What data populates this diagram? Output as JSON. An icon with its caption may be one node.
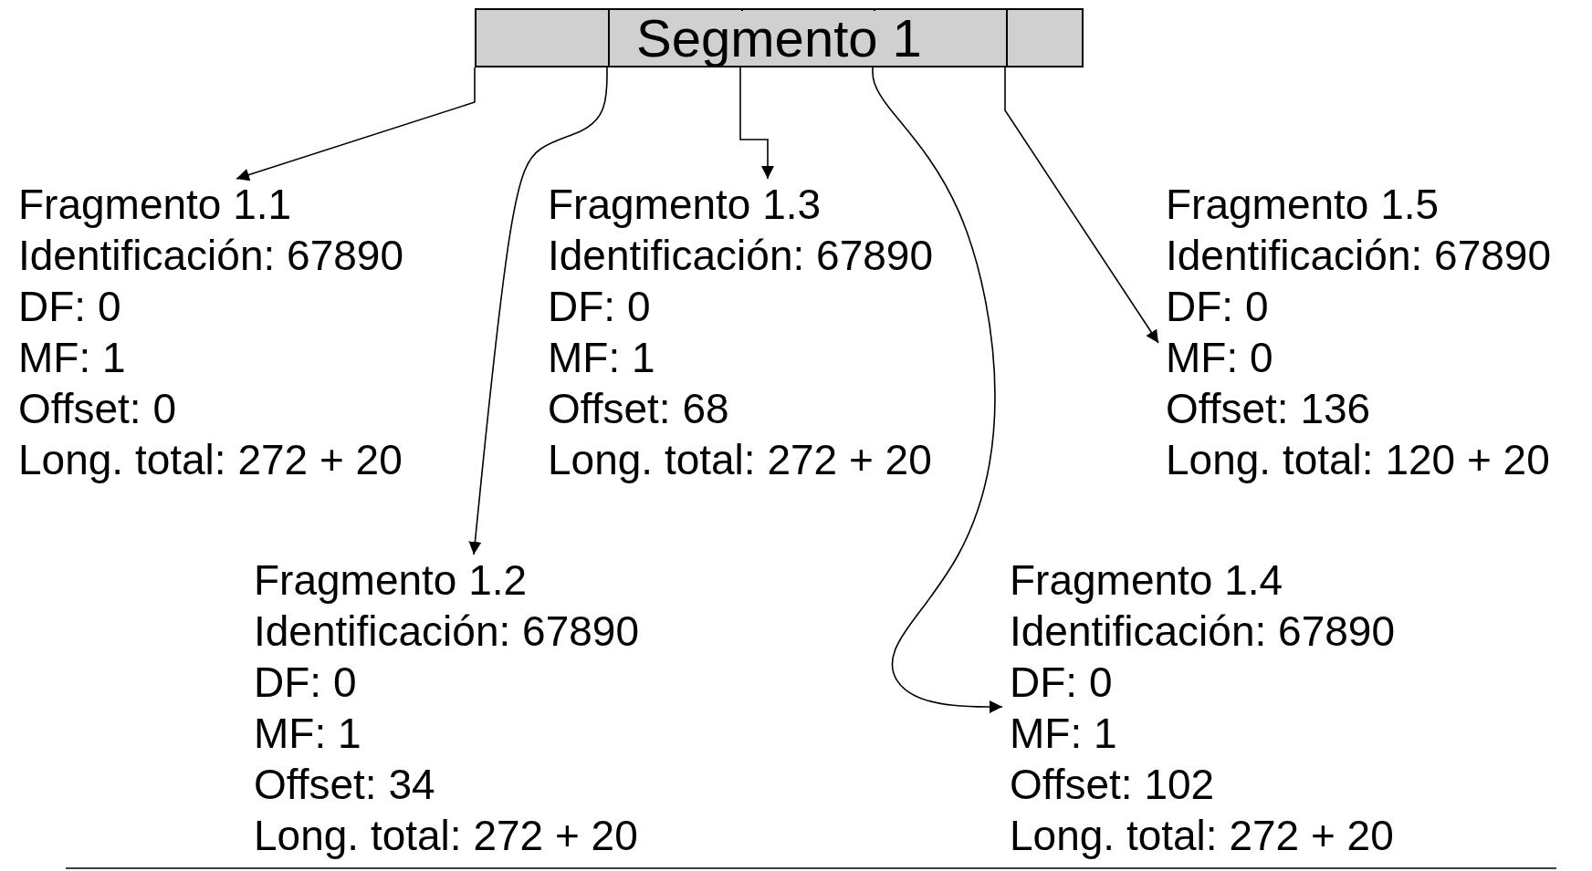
{
  "diagram": {
    "nodes": [
      {
        "text": [
          "Segmento 1"
        ]
      },
      {
        "text": [
          "Fragmento 1.1",
          "Identificación: 67890",
          "DF: 0",
          "MF: 1",
          "Offset: 0",
          "Long. total: 272 + 20"
        ]
      },
      {
        "text": [
          "Fragmento 1.3",
          "Identificación: 67890",
          "DF: 0",
          "MF: 1",
          "Offset: 68",
          "Long. total: 272 + 20"
        ]
      },
      {
        "text": [
          "Fragmento 1.5",
          "Identificación: 67890",
          "DF: 0",
          "MF: 0",
          "Offset: 136",
          "Long. total: 120 + 20"
        ]
      },
      {
        "text": [
          "Fragmento 1.2",
          "Identificación: 67890",
          "DF: 0",
          "MF: 1",
          "Offset: 34",
          "Long. total: 272 + 20"
        ]
      },
      {
        "text": [
          "Fragmento 1.4",
          "Identificación: 67890",
          "DF: 0",
          "MF: 1",
          "Offset: 102",
          "Long. total: 272 + 20"
        ]
      }
    ],
    "edges": [
      {
        "from": 0,
        "to": 1,
        "arrow": "to"
      },
      {
        "from": 0,
        "to": 4,
        "arrow": "to"
      },
      {
        "from": 0,
        "to": 2,
        "arrow": "to"
      },
      {
        "from": 0,
        "to": 5,
        "arrow": "to"
      },
      {
        "from": 0,
        "to": 3,
        "arrow": "to"
      }
    ]
  }
}
